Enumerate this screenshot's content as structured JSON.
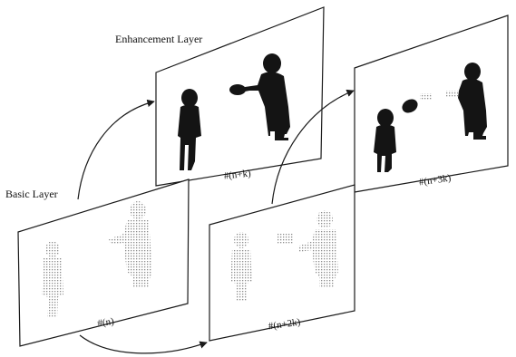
{
  "labels": {
    "enhancement_layer": "Enhancement Layer",
    "basic_layer": "Basic Layer"
  },
  "frames": [
    {
      "id": "enh-1",
      "caption": "#(n+k)"
    },
    {
      "id": "enh-2",
      "caption": "#(n+3k)"
    },
    {
      "id": "base-1",
      "caption": "#(n)"
    },
    {
      "id": "base-2",
      "caption": "#(n+2k)"
    }
  ],
  "colors": {
    "line": "#1a1a1a",
    "silhouette": "#141414",
    "dots": "#8c8c8c"
  }
}
